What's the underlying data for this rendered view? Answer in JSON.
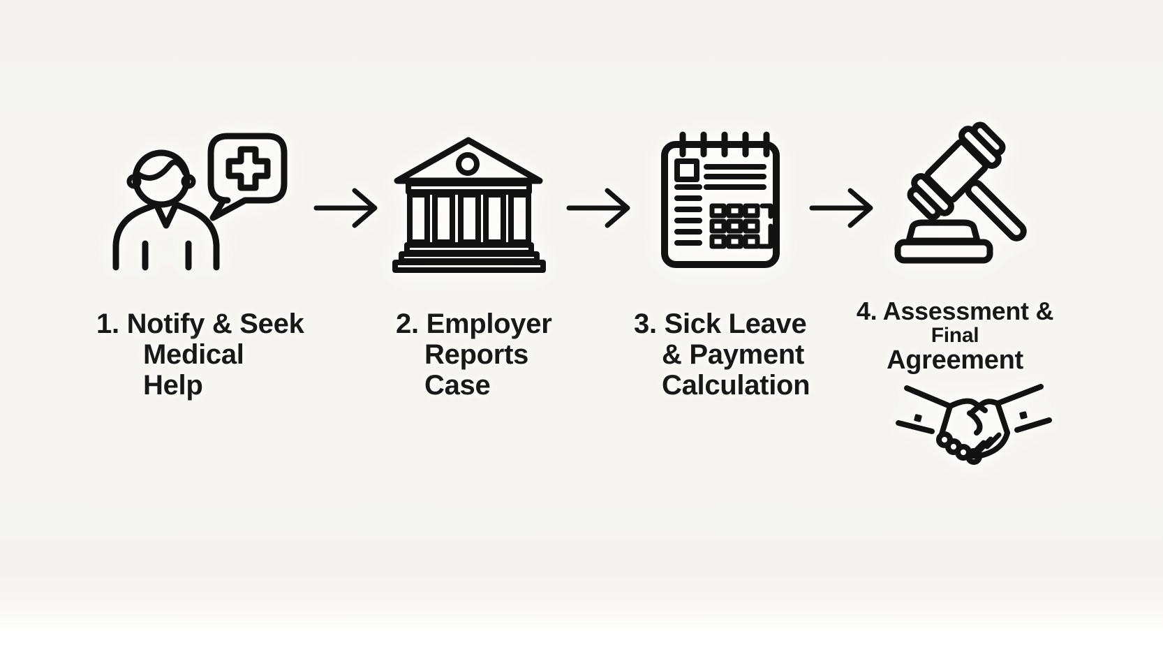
{
  "diagram": {
    "type": "process-flow",
    "connector_icon": "right-arrow-icon",
    "colors": {
      "background": "#f5f4f0",
      "line": "#121212",
      "text": "#181818",
      "halo": "#ffffff"
    },
    "steps": [
      {
        "name": "notify-seek-medical-help",
        "icon": "person-with-medical-speech-bubble-icon",
        "lines": [
          "1. Notify & Seek",
          "Medical",
          "Help"
        ]
      },
      {
        "name": "employer-reports-case",
        "icon": "bank-building-icon",
        "lines": [
          "2. Employer",
          "Reports",
          "Case"
        ]
      },
      {
        "name": "sick-leave-payment-calculation",
        "icon": "notepad-calculator-icon",
        "lines": [
          "3. Sick Leave",
          "& Payment",
          "Calculation"
        ]
      },
      {
        "name": "assessment-final-agreement",
        "icon": "gavel-icon",
        "secondary_icon": "handshake-icon",
        "lines": [
          "4. Assessment &",
          "Final",
          "Agreement"
        ]
      }
    ]
  }
}
